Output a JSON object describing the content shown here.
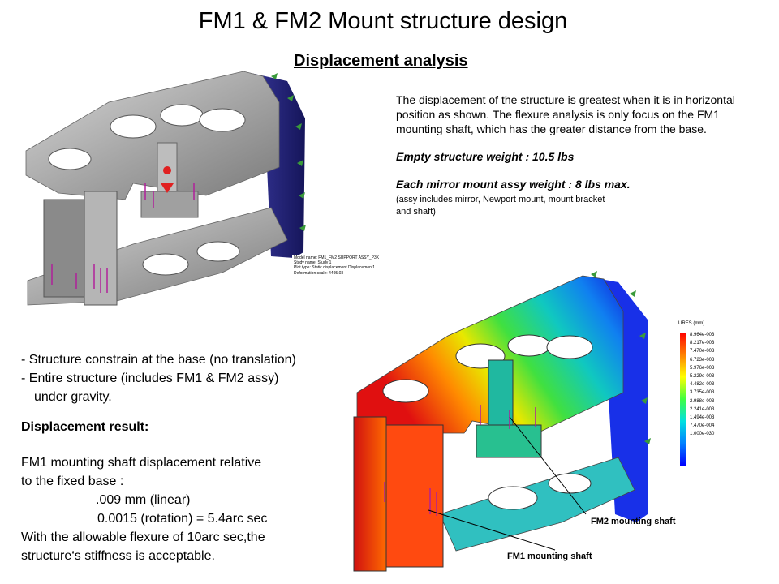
{
  "slide": {
    "title": "FM1 & FM2 Mount structure design",
    "subtitle": "Displacement analysis"
  },
  "description": {
    "paragraph": "The displacement of the structure is greatest when it is in horizontal position as shown. The flexure analysis is only focus on the FM1 mounting shaft, which has the greater distance from the base.",
    "empty_weight": "Empty structure weight :  10.5 lbs",
    "mirror_weight": "Each mirror mount assy weight : 8 lbs max.",
    "assy_note_1": "(assy includes mirror, Newport mount, mount bracket",
    "assy_note_2": "and  shaft)"
  },
  "left_text": {
    "constraint": "- Structure constrain at the base (no translation)",
    "gravity_1": "- Entire structure (includes FM1 & FM2 assy)",
    "gravity_2": "under gravity.",
    "result_heading": "Displacement result:",
    "result_1": "FM1 mounting shaft displacement relative",
    "result_2": "to the fixed base :",
    "linear": ".009 mm (linear)",
    "rotation": "0.0015 (rotation) = 5.4arc sec",
    "conclusion_1": "With the allowable flexure of 10arc sec,the",
    "conclusion_2": "structure‘s stiffness is acceptable."
  },
  "model_info": {
    "line1": "Model name: FM1_FM2 SUPPORT ASSY_P3K",
    "line2": "Study name: Study 1",
    "line3": "Plot type: Static displacement Displacement1",
    "line4": "Deformation scale: 4495.03"
  },
  "legend": {
    "title": "URES (mm)",
    "values": [
      "8.964e-003",
      "8.217e-003",
      "7.470e-003",
      "6.723e-003",
      "5.976e-003",
      "5.229e-003",
      "4.482e-003",
      "3.735e-003",
      "2.988e-003",
      "2.241e-003",
      "1.494e-003",
      "7.470e-004",
      "1.000e-030"
    ]
  },
  "callouts": {
    "fm2": "FM2 mounting shaft",
    "fm1": "FM1 mounting shaft"
  },
  "colors": {
    "bracket_gray": "#9a9a9a",
    "base_navy": "#2a2a8a",
    "load_arrow": "#b0209a",
    "fixture_arrow": "#3a9a3a"
  },
  "icons": [
    "load-arrow-icon",
    "fixture-arrow-icon",
    "force-marker-icon"
  ]
}
